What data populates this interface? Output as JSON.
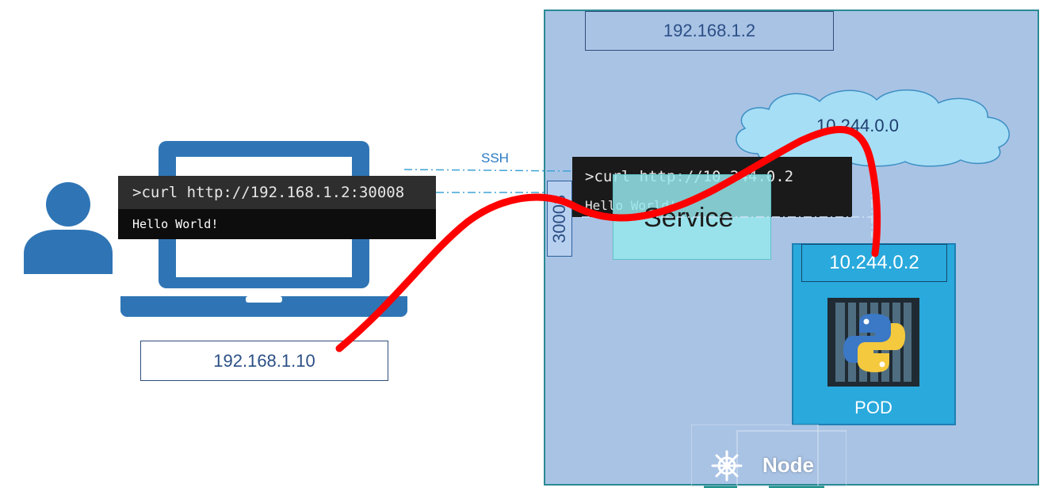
{
  "node": {
    "ip": "192.168.1.2",
    "label": "Node",
    "icon": "kubernetes-wheel-icon"
  },
  "cloud": {
    "network": "10.244.0.0"
  },
  "pod": {
    "ip": "10.244.0.2",
    "label": "POD",
    "icon": "python-container-icon"
  },
  "service": {
    "label": "Service",
    "node_port": "30008"
  },
  "client": {
    "ip": "192.168.1.10",
    "terminal": {
      "command": ">curl http://192.168.1.2:30008",
      "output": "Hello World!"
    }
  },
  "node_terminal": {
    "command": ">curl http://10.244.0.2",
    "output": "Hello World!"
  },
  "connection": {
    "label": "SSH"
  },
  "colors": {
    "node_fill": "#a9c3e5",
    "pod_fill": "#29a9dc",
    "service_fill": "#96e8ec",
    "path_red": "#ff0000",
    "laptop_blue": "#2f75b5"
  }
}
